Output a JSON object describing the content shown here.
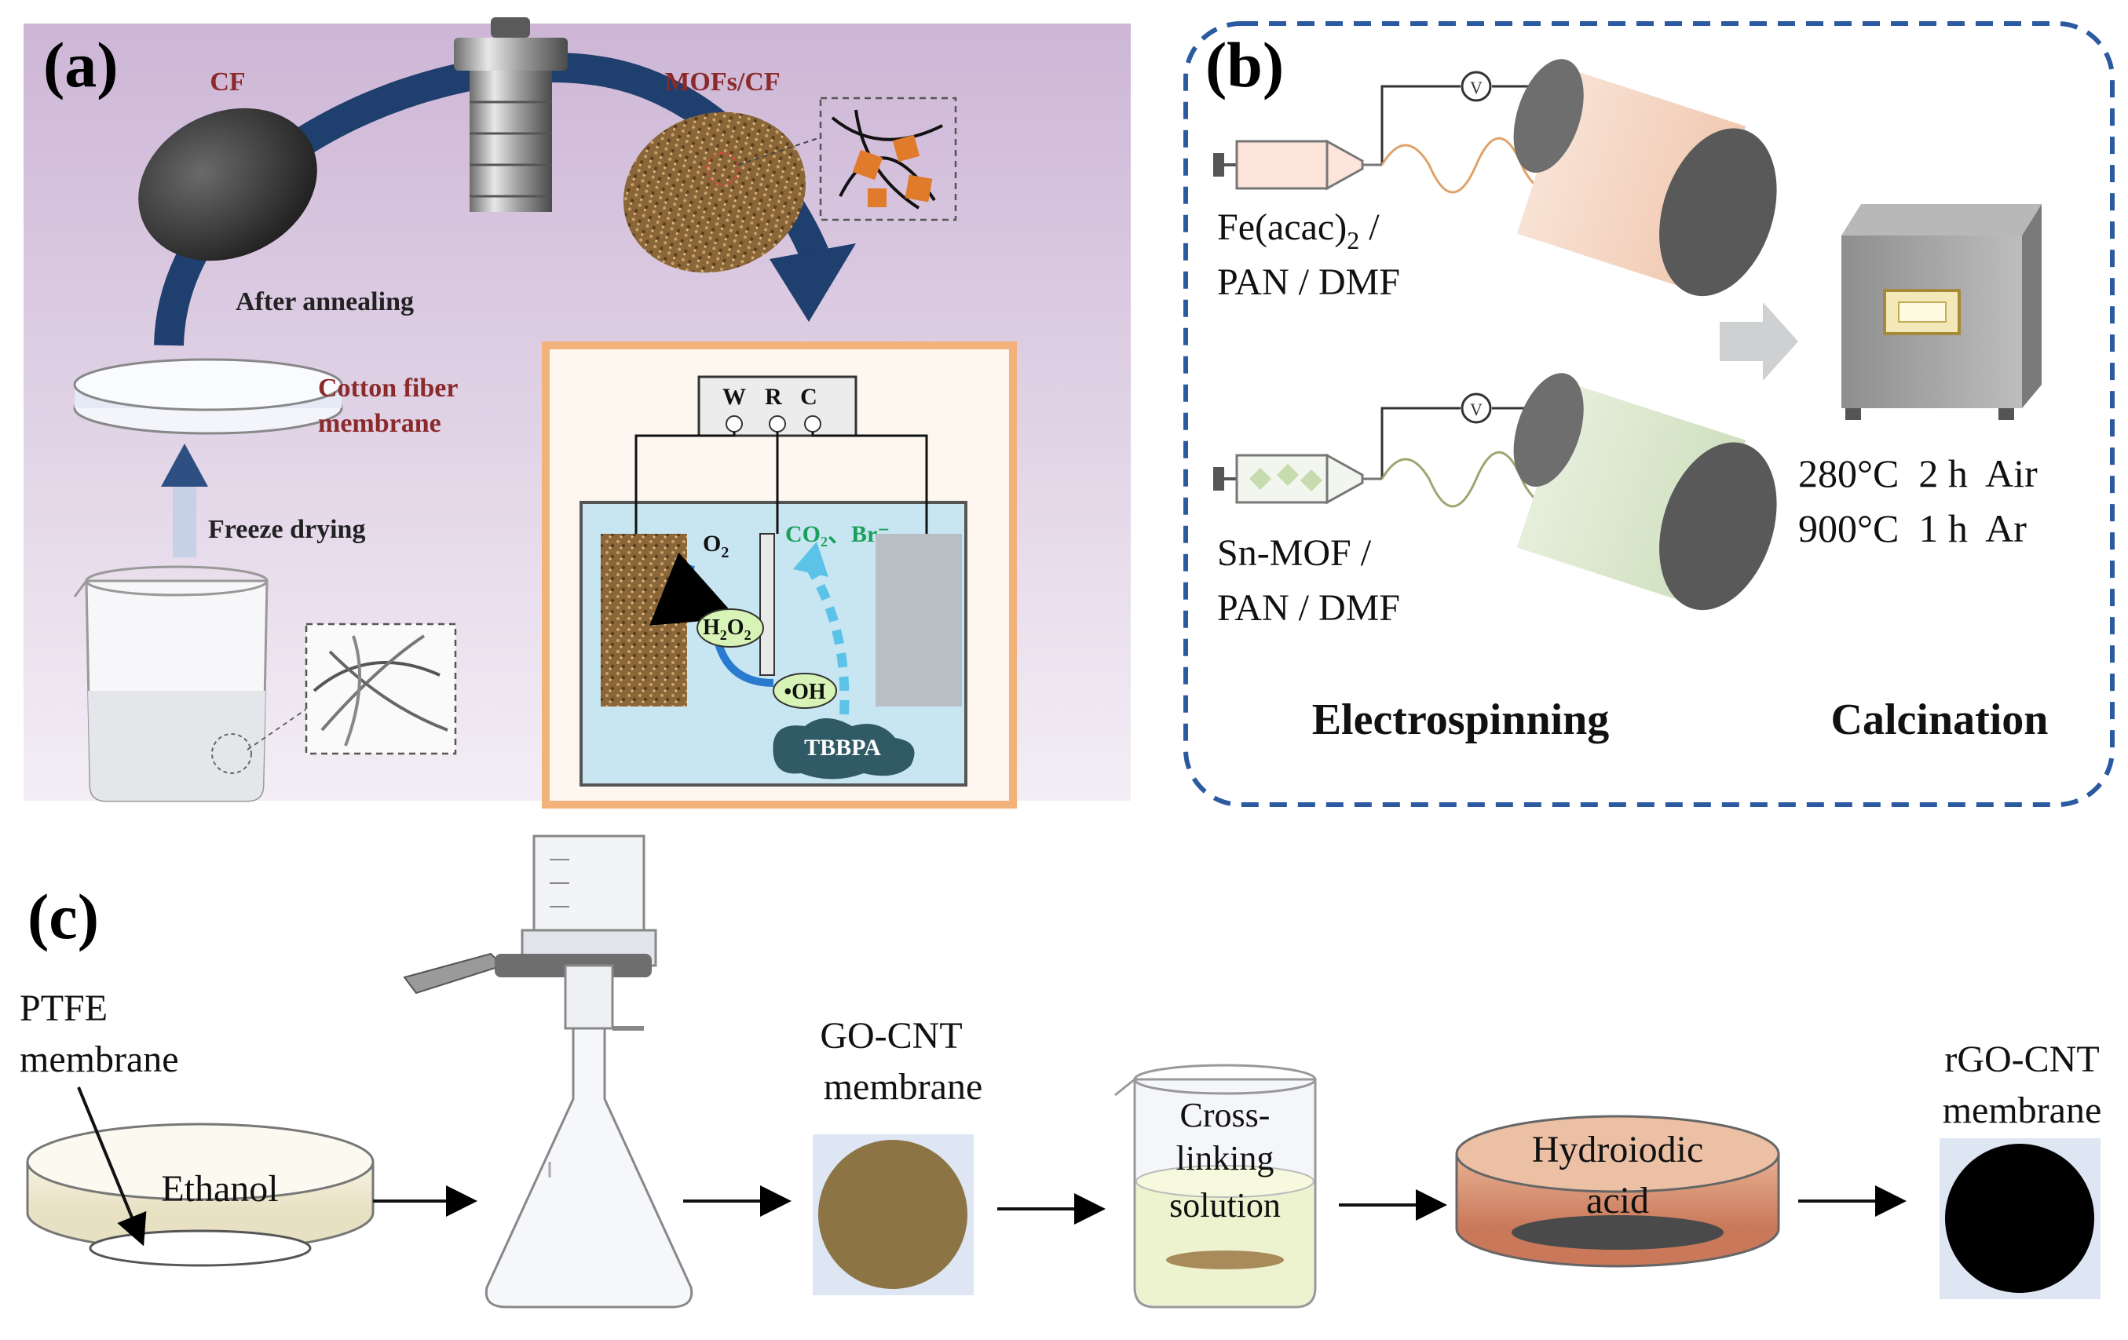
{
  "panel_a": {
    "label": "(a)",
    "cf_label": "CF",
    "mofs_cf_label": "MOFs/CF",
    "after_annealing": "After annealing",
    "cotton_fiber_line1": "Cotton fiber",
    "cotton_fiber_line2": "membrane",
    "freeze_drying": "Freeze drying",
    "electrode_labels": [
      "W",
      "R",
      "C"
    ],
    "o2": "O",
    "o2_sub": "2",
    "h2o2_h": "H",
    "h2o2_sub1": "2",
    "h2o2_o": "O",
    "h2o2_sub2": "2",
    "oh_radical": "•OH",
    "co2_br": "CO₂、Br⁻",
    "tbbpa": "TBBPA",
    "colors": {
      "background": "#d9c9df",
      "arrow_blue": "#1f3f6e",
      "label_red": "#8a2a2a",
      "cell_border": "#f2b27a",
      "cell_liquid": "#c8e6f2",
      "co2_green": "#1aa05a"
    }
  },
  "panel_b": {
    "label": "(b)",
    "voltage_symbol": "V",
    "precursor1_line1": "Fe(acac)",
    "precursor1_sub": "2",
    "precursor1_slash": " /",
    "precursor1_line2": "PAN / DMF",
    "precursor2_line1": "Sn-MOF /",
    "precursor2_line2": "PAN / DMF",
    "step1": "Electrospinning",
    "step2": "Calcination",
    "condition1": "280°C  2 h  Air",
    "condition2": "900°C  1 h  Ar",
    "colors": {
      "border_dashed": "#2b5aa0",
      "fiber_orange": "#e0a26a",
      "fiber_green": "#9aa870",
      "collector_pink": "#f6d8c6",
      "collector_green": "#dce8cf"
    }
  },
  "panel_c": {
    "label": "(c)",
    "ptfe_line1": "PTFE",
    "ptfe_line2": "membrane",
    "ethanol": "Ethanol",
    "go_cnt_line1": "GO-CNT",
    "go_cnt_line2": "membrane",
    "cross_line1": "Cross-",
    "cross_line2": "linking",
    "cross_line3": "solution",
    "hydro_line1": "Hydroiodic",
    "hydro_line2": "acid",
    "rgo_line1": "rGO-CNT",
    "rgo_line2": "membrane",
    "colors": {
      "go_cnt": "#8c7445",
      "rgo_cnt": "#000000",
      "swatch_bg": "#dde6f2",
      "hydroiodic": "#d99474"
    }
  }
}
